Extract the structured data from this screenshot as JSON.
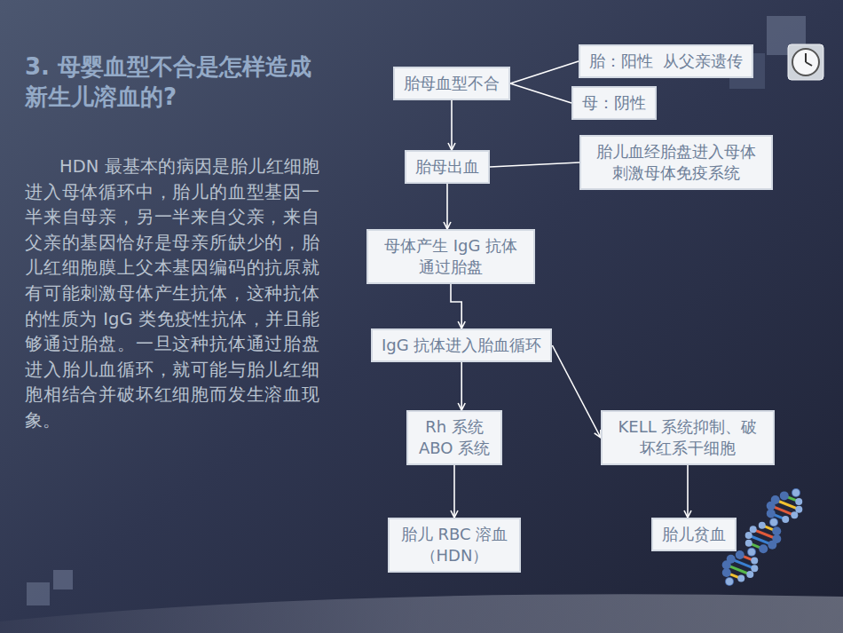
{
  "diagram": {
    "title": "3. 母婴血型不合是怎样造成新生儿溶血的?",
    "nodes": [
      {
        "text": [
          "胎母血型不合"
        ]
      },
      {
        "text": [
          "胎：阳性  从父亲遗传"
        ]
      },
      {
        "text": [
          "母：阴性"
        ]
      },
      {
        "text": [
          "胎母出血"
        ]
      },
      {
        "text": [
          "胎儿血经胎盘进入母体刺激母体免疫系统"
        ]
      },
      {
        "text": [
          "母体产生 IgG 抗体通过胎盘"
        ]
      },
      {
        "text": [
          "IgG 抗体进入胎血循环"
        ]
      },
      {
        "text": [
          "Rh 系统 ABO 系统"
        ]
      },
      {
        "text": [
          "KELL 系统抑制、破坏红系干细胞"
        ]
      },
      {
        "text": [
          "胎儿 RBC 溶血 （HDN）"
        ]
      },
      {
        "text": [
          "胎儿贫血"
        ]
      }
    ],
    "edges": [
      {
        "from": 0,
        "to": 1,
        "arrow": "none"
      },
      {
        "from": 0,
        "to": 2,
        "arrow": "none"
      },
      {
        "from": 0,
        "to": 3,
        "arrow": "to"
      },
      {
        "from": 3,
        "to": 4,
        "arrow": "none"
      },
      {
        "from": 3,
        "to": 5,
        "arrow": "to"
      },
      {
        "from": 5,
        "to": 6,
        "arrow": "to"
      },
      {
        "from": 6,
        "to": 7,
        "arrow": "to"
      },
      {
        "from": 6,
        "to": 8,
        "arrow": "to"
      },
      {
        "from": 7,
        "to": 9,
        "arrow": "to"
      },
      {
        "from": 8,
        "to": 10,
        "arrow": "to"
      }
    ],
    "labels": [
      "HDN 最基本的病因是胎儿红细胞进入母体循环中，胎儿的血型基因一半来自母亲，另一半来自父亲，来自父亲的基因恰好是母亲所缺少的，胎儿红细胞膜上父本基因编码的抗原就有可能刺激母体产生抗体，这种抗体的性质为 IgG 类免疫性抗体，并且能够通过胎盘。一旦这种抗体通过胎盘进入胎儿血循环，就可能与胎儿红细胞相结合并破坏红细胞而发生溶血现象。"
    ]
  }
}
